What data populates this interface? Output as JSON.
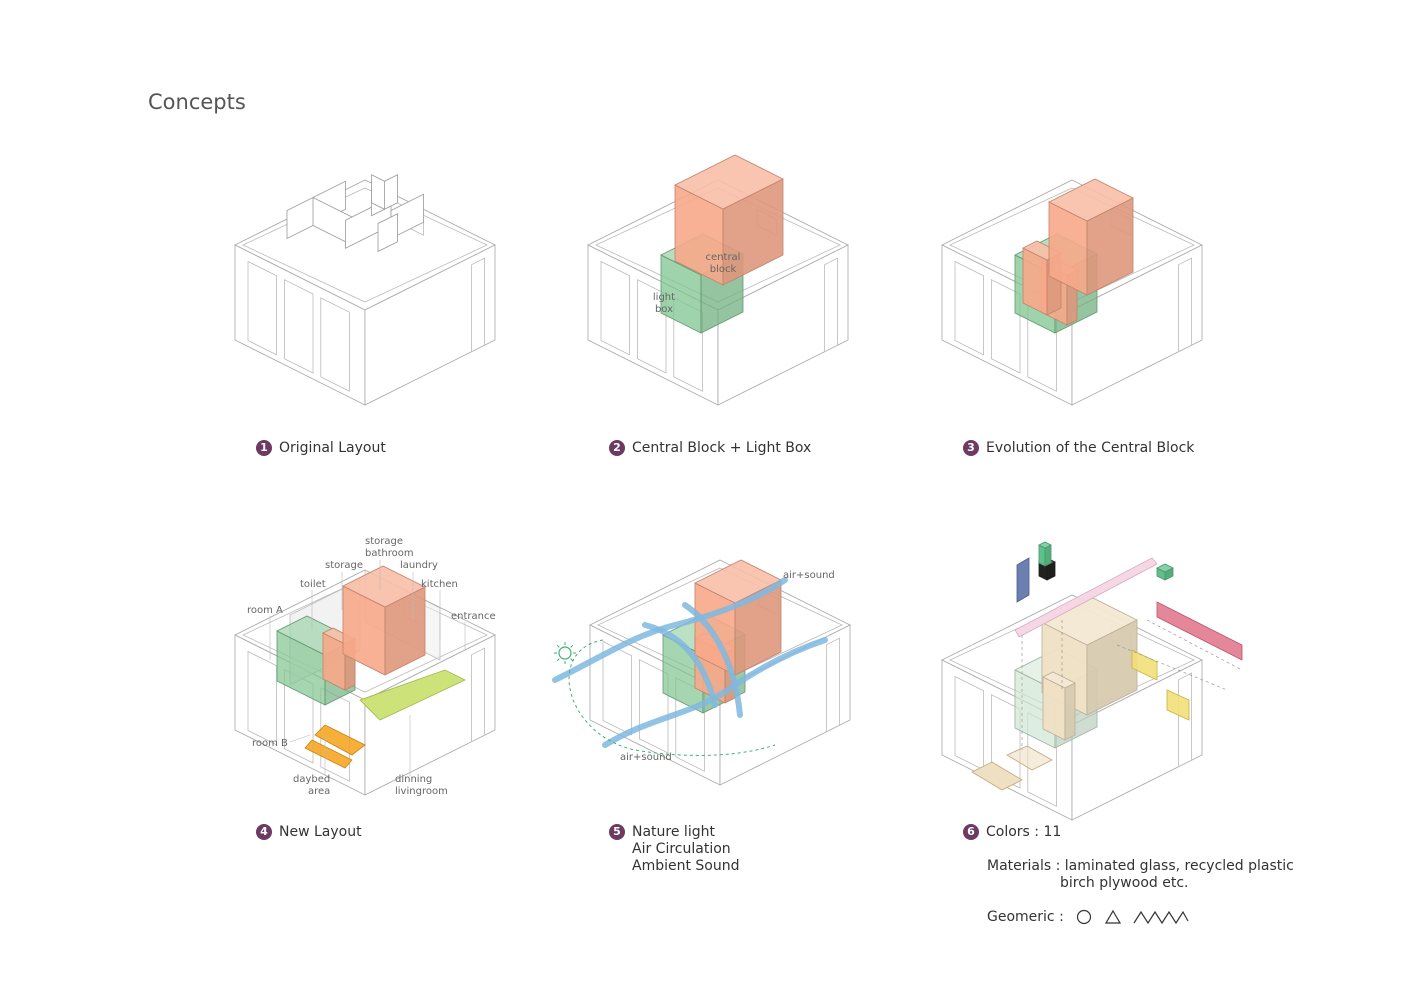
{
  "page": {
    "title": "Concepts"
  },
  "colors": {
    "accent_badge": "#6d3a62",
    "central_block": "#f7a98a",
    "light_box": "#7fc48f",
    "air_flow": "#7fb8e0",
    "sun": "#3cb371",
    "lime": "#c8e06a",
    "orange": "#f5a623"
  },
  "panels": [
    {
      "number": "1",
      "caption": "Original Layout"
    },
    {
      "number": "2",
      "caption": "Central Block + Light Box",
      "labels": {
        "central": "central\nblock",
        "light": "light\nbox"
      }
    },
    {
      "number": "3",
      "caption": "Evolution of the Central Block"
    },
    {
      "number": "4",
      "caption": "New Layout",
      "room_labels": [
        "storage bathroom",
        "storage",
        "laundry",
        "toilet",
        "kitchen",
        "room A",
        "entrance",
        "room B",
        "daybed area",
        "dinning livingroom"
      ]
    },
    {
      "number": "5",
      "caption_lines": [
        "Nature light",
        "Air Circulation",
        "Ambient Sound"
      ],
      "flow_label": "air+sound"
    },
    {
      "number": "6",
      "caption": "Colors : 11",
      "materials_label": "Materials :",
      "materials_lines": [
        "laminated glass, recycled plastic",
        "birch plywood etc."
      ],
      "geometric_label": "Geomeric :",
      "geometric_shapes": [
        "circle-icon",
        "triangle-icon",
        "zigzag-icon"
      ]
    }
  ]
}
